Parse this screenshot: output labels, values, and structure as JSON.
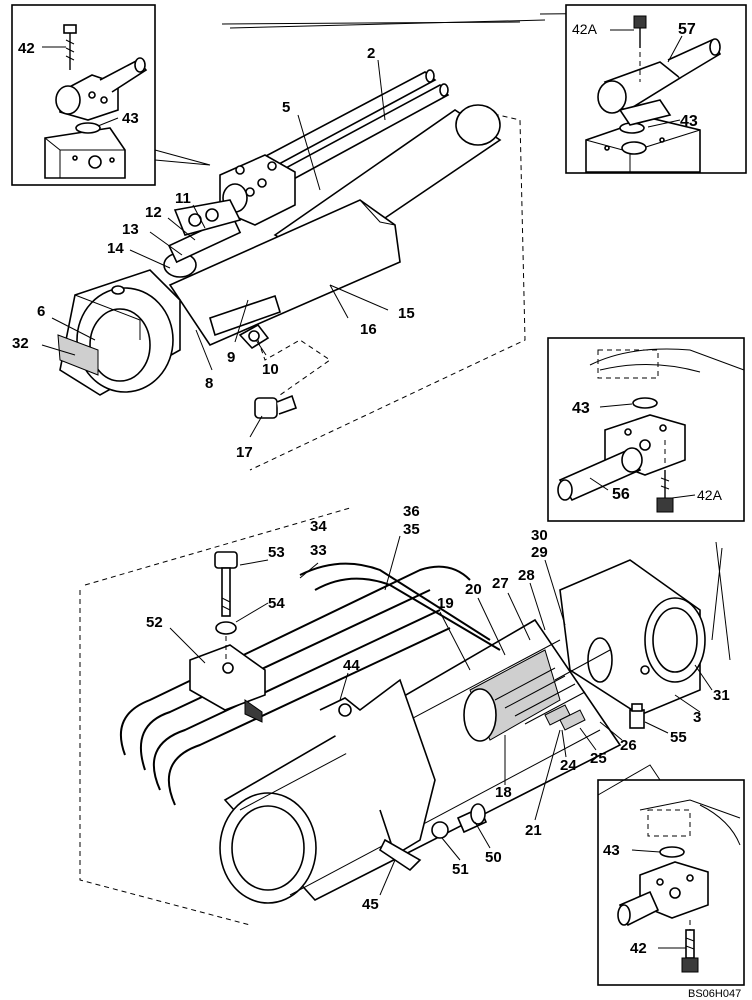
{
  "diagram": {
    "drawing_code": "BS06H047",
    "callouts": {
      "c2": "2",
      "c5": "5",
      "c6": "6",
      "c8": "8",
      "c9": "9",
      "c10": "10",
      "c11": "11",
      "c12": "12",
      "c13": "13",
      "c14": "14",
      "c15": "15",
      "c16": "16",
      "c17": "17",
      "c32": "32",
      "c18": "18",
      "c19": "19",
      "c20": "20",
      "c21": "21",
      "c24": "24",
      "c25": "25",
      "c26": "26",
      "c27": "27",
      "c28": "28",
      "c29": "29",
      "c30": "30",
      "c3": "3",
      "c31": "31",
      "c33": "33",
      "c34": "34",
      "c35": "35",
      "c36": "36",
      "c44": "44",
      "c45": "45",
      "c50": "50",
      "c51": "51",
      "c52": "52",
      "c53": "53",
      "c54": "54",
      "c55": "55"
    },
    "inset_top_left": {
      "c42": "42",
      "c43": "43"
    },
    "inset_top_right": {
      "c42a": "42A",
      "c57": "57",
      "c43": "43"
    },
    "inset_mid_right": {
      "c43": "43",
      "c56": "56",
      "c42a": "42A"
    },
    "inset_bottom_right": {
      "c43": "43",
      "c42": "42"
    }
  }
}
